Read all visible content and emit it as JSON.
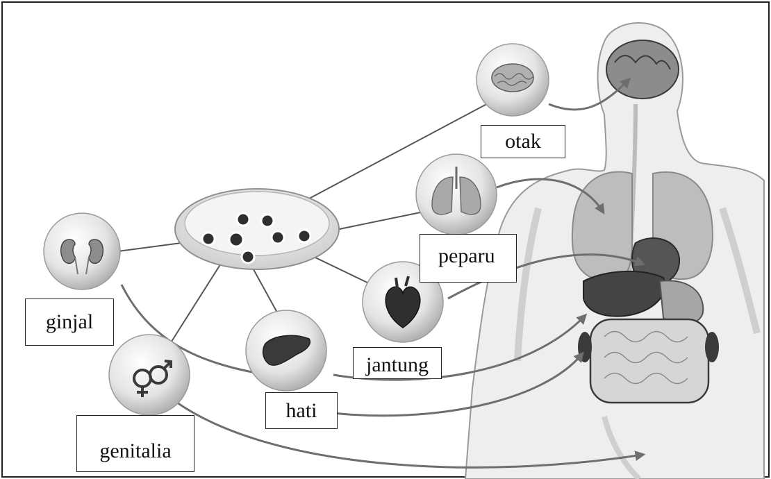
{
  "labels": {
    "otak": "otak",
    "peparu": "peparu",
    "ginjal": "ginjal",
    "jantung": "jantung",
    "hati": "hati",
    "genitalia": "genitalia"
  },
  "colors": {
    "frame": "#222222",
    "connector": "#555555",
    "arrow": "#6e6e6e",
    "body_fill": "#eeeeee",
    "organ_fill": "#bdbdbd",
    "dark_organ": "#444444"
  },
  "icons": [
    "petri-dish",
    "brain-icon",
    "lungs-icon",
    "kidneys-icon",
    "heart-icon",
    "liver-icon",
    "gender-symbol-icon"
  ]
}
